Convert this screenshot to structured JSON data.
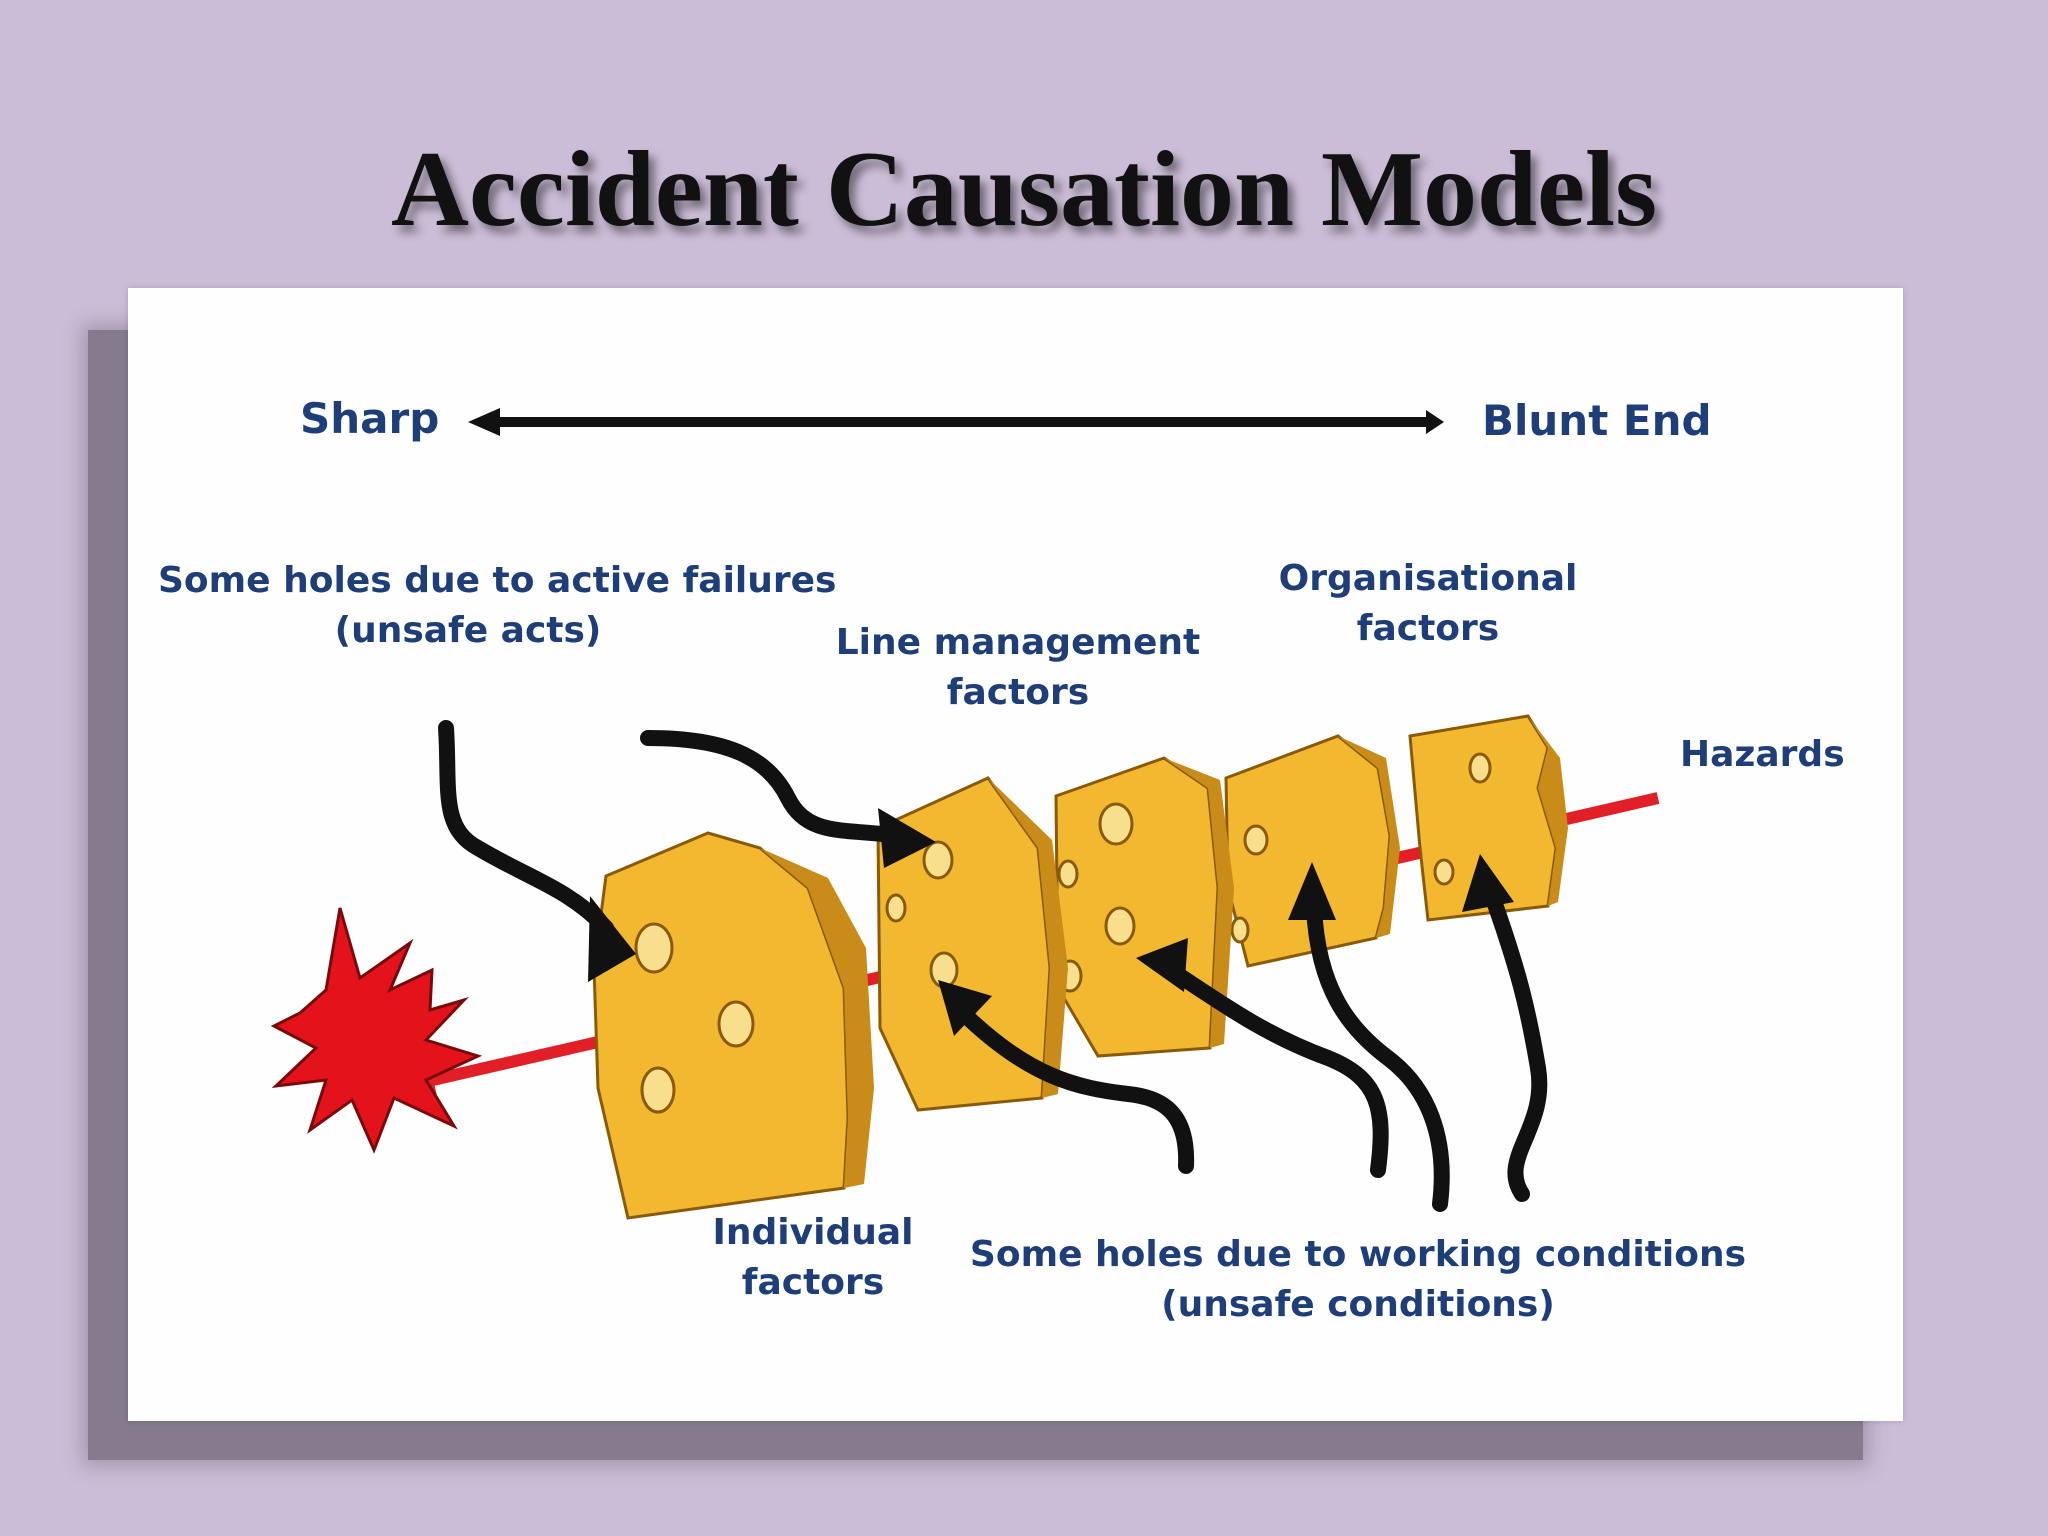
{
  "slide": {
    "title": "Accident Causation Models"
  },
  "diagram": {
    "axis": {
      "left_label": "Sharp",
      "right_label": "Blunt End"
    },
    "labels": {
      "active_failures_line1": "Some holes due to active failures",
      "active_failures_line2": "(unsafe acts)",
      "line_management_line1": "Line management",
      "line_management_line2": "factors",
      "organisational_line1": "Organisational",
      "organisational_line2": "factors",
      "hazards": "Hazards",
      "individual_line1": "Individual",
      "individual_line2": "factors",
      "working_conditions_line1": "Some holes due to working conditions",
      "working_conditions_line2": "(unsafe conditions)"
    },
    "colors": {
      "background": "#cbbdd7",
      "label_text": "#1e3e7a",
      "cheese_fill": "#f2b830",
      "cheese_edge": "#8a5a08",
      "trajectory": "#e21e26",
      "arrows": "#111111",
      "explosion": "#e3121b"
    }
  }
}
